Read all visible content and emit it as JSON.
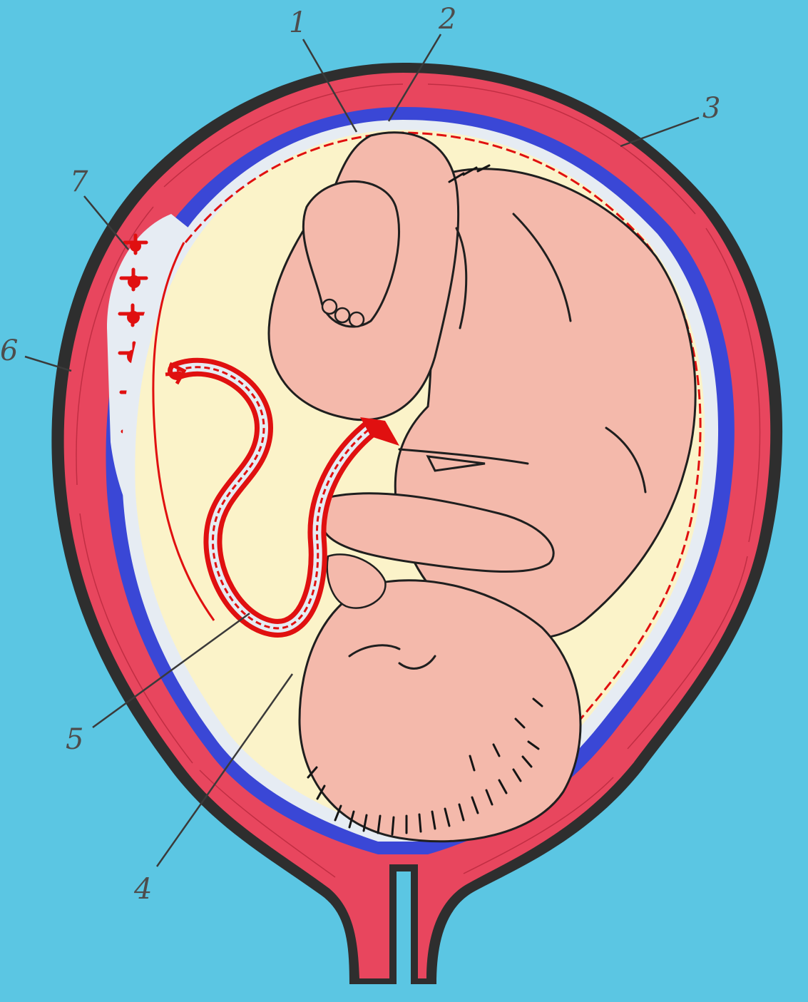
{
  "colors": {
    "background": "#5bc6e3",
    "myometrium": "#e8465e",
    "serosa": "#2e2e2e",
    "decidua": "#3a47d6",
    "membrane": "#e6ecf3",
    "amniotic_fluid": "#fbf3c9",
    "fetus_skin": "#f4b9ab",
    "blood_vessel": "#e01010",
    "hair": "#151515"
  },
  "icons": {
    "uterus": "uterus-wall-icon",
    "fetus": "fetus-icon",
    "placenta": "placenta-icon",
    "umbilical_cord": "umbilical-cord-icon"
  },
  "callouts": [
    {
      "id": "1",
      "label": "1"
    },
    {
      "id": "2",
      "label": "2"
    },
    {
      "id": "3",
      "label": "3"
    },
    {
      "id": "4",
      "label": "4"
    },
    {
      "id": "5",
      "label": "5"
    },
    {
      "id": "6",
      "label": "6"
    },
    {
      "id": "7",
      "label": "7"
    }
  ]
}
